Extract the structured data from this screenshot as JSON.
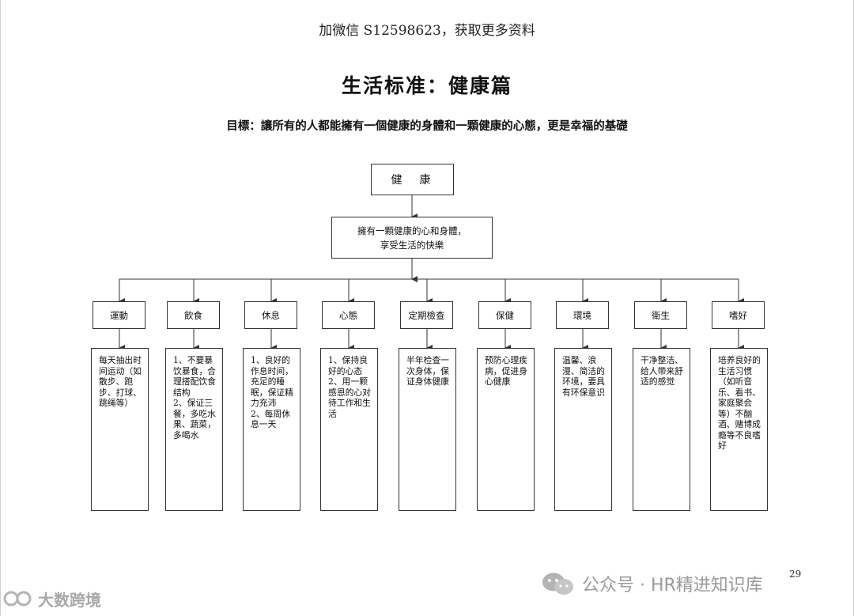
{
  "header": {
    "wechat_line": "加微信 S12598623，获取更多资料",
    "title": "生活标准：健康篇",
    "goal": "目標：讓所有的人都能擁有一個健康的身體和一顆健康的心態，更是幸福的基礎"
  },
  "diagram": {
    "root": "健　康",
    "sub": "擁有一顆健康的心和身體，\n享受生活的快樂",
    "categories": [
      {
        "label": "運動",
        "detail": "每天抽出时间运动（如散步、跑步、打球、跳绳等）"
      },
      {
        "label": "飲食",
        "detail": "1、不要暴饮暴食，合理搭配饮食结构\n2、保证三餐，多吃水果、蔬菜，多喝水"
      },
      {
        "label": "休息",
        "detail": "1、良好的作息时间，充足的睡眠，保证精力充沛\n2、每周休息一天"
      },
      {
        "label": "心態",
        "detail": "1、保持良好的心态\n2、用一颗感恩的心对待工作和生活"
      },
      {
        "label": "定期檢查",
        "detail": "半年检查一次身体，保证身体健康"
      },
      {
        "label": "保健",
        "detail": "预防心理疾病，促进身心健康"
      },
      {
        "label": "環境",
        "detail": "温馨、浪漫、简洁的环境，要具有环保意识"
      },
      {
        "label": "衛生",
        "detail": "干净整洁、给人带来舒适的感觉"
      },
      {
        "label": "嗜好",
        "detail": "培养良好的生活习惯（如听音乐、看书、家庭聚会等）不酗酒、赌博成瘾等不良嗜好"
      }
    ]
  },
  "footer": {
    "page_number": "29",
    "watermark_right": "公众号 · HR精进知识库",
    "watermark_left": "大数跨境"
  },
  "colors": {
    "line": "#333333",
    "watermark": "#9a9a9a"
  }
}
